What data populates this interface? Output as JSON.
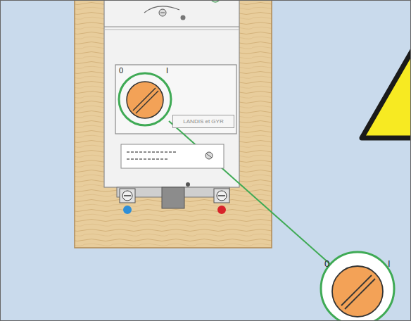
{
  "diagram": {
    "nodes": [
      {
        "text": [
          "LANDIS et GYR"
        ]
      }
    ],
    "labels": [
      "0",
      "I",
      "0",
      "I"
    ]
  }
}
